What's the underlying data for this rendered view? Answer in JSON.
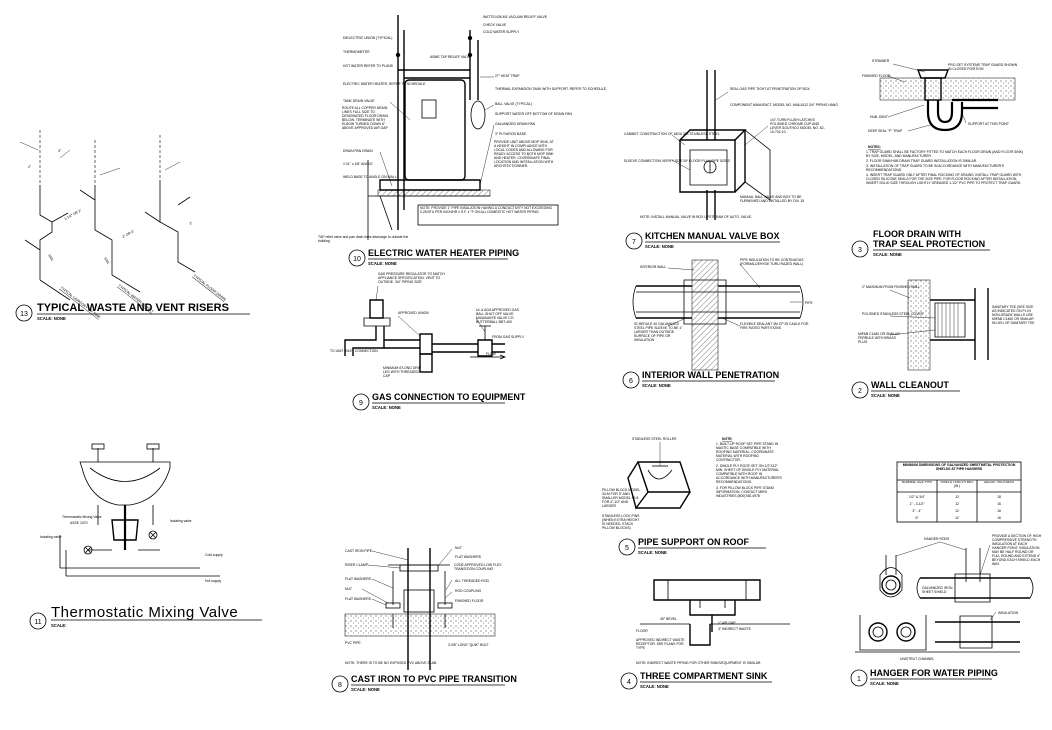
{
  "details": [
    {
      "id": "typical-waste-vent-risers",
      "number": "13",
      "title": "TYPICAL WASTE AND VENT RISERS",
      "scale": "SCALE: NONE",
      "labels": [
        "TYPICAL LAVATORY OR SINK",
        "TYPICAL WATER CLOSET",
        "TYPICAL FLOOR DRAIN",
        "3\"",
        "2\"",
        "1-1/2\" OR 2\"",
        "3\" OR 4\"",
        "3\"",
        "SAN."
      ]
    },
    {
      "id": "electric-water-heater-piping",
      "number": "10",
      "title": "ELECTRIC WATER HEATER PIPING",
      "scale": "SCALE: NONE",
      "labels_left": [
        "DIELECTRIC UNION (TYPICAL)",
        "THERMOMETER",
        "HOT WATER REFER TO PLANS",
        "ELECTRIC WATER HEATER, REFER TO SCHEDULE",
        "TANK DRAIN VALVE",
        "ROUTE ALL COPPER DRAIN LINES FULL SIZE TO DESIGNATED FLOOR DRAIN BELOW. TERMINATE WITH ELBOW TURNED DOWN 6\" ABOVE APPROVED AIR GAP",
        "DRAIN PAN DRAIN",
        "1\"x1\" x 1/8\" ANGLE",
        "WELD BASE TO ANGLE ON WALL"
      ],
      "labels_right": [
        "WATTS N36-M1 VACUUM RELIEF VALVE",
        "CHECK VALVE",
        "COLD WATER SUPPLY",
        "ASME T&P RELIEF VALVE",
        "27\" HEAT TRAP",
        "THERMAL EXPANSION TANK WITH SUPPORT. REFER TO SCHEDULE.",
        "BALL VALVE (TYPICAL)",
        "SUPPORT WATER OFF BOTTOM OF DRAIN PAN",
        "GALVANIZED DRAIN PAN",
        "3\" PLYWOOD BASE",
        "PROVIDE UNIT ABOVE MOP SINK, AT A HEIGHT IN COMPLIANCE WITH LOCAL CODES AND ALLOWING FOR READY ACCESS TO BOTH MOP SINK AND HEATER. COORDINATE FINAL LOCATION AND INSTALLATION WITH ARCHITECT/OWNER."
      ],
      "note": "NOTE: PROVIDE 1\" PIPE INSULATION HAVING A CONDUCTIVITY NOT EXCEEDING 0.28 BTU PER INCH/HR x S.F. x °F ON ALL DOMESTIC HOT WATER PIPING.",
      "bottom_note": "T&P relief valve and pan drain lines discharge to outside the building"
    },
    {
      "id": "kitchen-manual-valve-box",
      "number": "7",
      "title": "KITCHEN MANUAL VALVE BOX",
      "scale": "SCALE: NONE",
      "labels": [
        "CABINET CONSTRUCTION OF 18GA 304 STAINLESS STEEL",
        "SLEEVE CONNECTION VERIFY SIZE BY FLOOR PLAN PIPE SIZES",
        "SEAL GAS PIPE TIGHT AT PENETRATION OF BOX.",
        "COMPONENT MANUFACT. MODEL NO. M46-6112 3/4\" PIPING HANG",
        "1/4\"-TURN FLUSH LATCHES POLISHED CHROME CUP AND LEVER SOUTHCO MODEL NO. 62-10-702-10.",
        "MANUAL BALL VALVE AND BOX TO BE FURNISHED AND INSTALLED BY DIV. 15"
      ],
      "note": "NOTE: INSTALL MANUAL VALVE IN BOX UPSTREAM OF AUTO. VALVE."
    },
    {
      "id": "floor-drain-trap-seal",
      "number": "3",
      "title": "FLOOR DRAIN WITH",
      "title_line2": "TRAP SEAL PROTECTION",
      "scale": "SCALE: NONE",
      "labels": [
        "STRAINER",
        "FINISHED FLOOR",
        "PRO-SET SYSTEMS TRAP GUARD SHOWN IN CLOSED POSITION",
        "HUB JOINT",
        "DEEP SEAL \"P\" TRAP",
        "SUPPORT AT THIS POINT"
      ],
      "notes_heading": "NOTES:",
      "notes": [
        "1. TRAP GUARD SHALL BE FACTORY FITTED TO MATCH EACH FLOOR DRAIN (AND FLOOR SINK) BY SIZE, MODEL, AND MANUFACTURER.",
        "2. FLOOR SINK/HUB DRAIN TRAP GUARD INSTALLATION IS SIMILAR.",
        "3. INSTALLATION OF TRAP GUARD TO BE IN ACCORDANCE WITH MANUFACTURER'S RECOMMENDATIONS.",
        "4. INSERT TRAP GUARD ONLY AFTER FINAL ROCKING OF DRAINS. INSTALL TRAP GUARD WITH CLOSED SILICONE SEALS FOR THE SIZE PIPE. FOR FLOOR ROCKING AFTER INSTALLATION, INSERT SOLID SIZE THROUGH LIGHTLY GREASED 1-1/2\" PVC PIPE TO PROTECT TRAP GUARD."
      ]
    },
    {
      "id": "gas-connection-equipment",
      "number": "9",
      "title": "GAS CONNECTION TO EQUIPMENT",
      "scale": "SCALE: NONE",
      "labels": [
        "GAS PRESSURE REGULATOR TO MATCH APPLIANCE SPECIFICATION. VENT TO OUTSIDE. 3/4\" PIPING SIZE",
        "APPROVED UNION",
        "UL & AGA APPROVED GAS BALL SHUT OFF VALVE. MILWAUKEE VALVE CO. BUTTERBALL BBT-400",
        "FROM GAS SUPPLY",
        "FLOW",
        "TO UNIT INLET CONNECTION",
        "MINIMUM 6\"LONG DRIP LEG WITH THREADED CAP"
      ]
    },
    {
      "id": "interior-wall-penetration",
      "number": "6",
      "title": "INTERIOR WALL PENETRATION",
      "scale": "SCALE: NONE",
      "labels": [
        "INTERIOR WALL",
        "PIPE INSULATION TO BE CONTINUOUS (FORMALDEHYDE TURU RAZED WALL)",
        "PIPE",
        "SCHEDULE 40 GALVANIZED STEEL PIPE SLEEVE TO BE 1\" LARGER THAN OUTSIDE SURFACE OF PIPE OR INSULATION",
        "FLEXIBLE SEALANT 3M CP 25 CAULK FOR FIRE RATED PARTITIONS"
      ]
    },
    {
      "id": "wall-cleanout",
      "number": "2",
      "title": "WALL CLEANOUT",
      "scale": "SCALE: NONE",
      "labels": [
        "2\" MAXIMUM FROM FINISHED WALL",
        "POLISHED STAINLESS STEEL COVER",
        "MIFAB C1460 OR SIMILAR FERRULE WITH BRASS PLUG",
        "SANITARY TEE (SEE SIZE AS INDICATED ON PL IN NON-GRADE WALLS USE MIFAB C1460 OR SIMILAR IN LIEU OF SANITARY TEE"
      ]
    },
    {
      "id": "thermostatic-mixing-valve",
      "number": "11",
      "title": "Thermostatic Mixing Valve",
      "scale": "SCALE:",
      "labels": [
        "Thermostatic Mixing Valve",
        "ASSE 1070",
        "Isolating valve",
        "Isolating valve",
        "Cold supply",
        "Hot supply"
      ]
    },
    {
      "id": "cast-iron-pvc-transition",
      "number": "8",
      "title": "CAST IRON TO PVC PIPE TRANSITION",
      "scale": "SCALE: NONE",
      "labels_left": [
        "CAST IRON PIPE",
        "RISER CLAMP",
        "FLAT WASHERS",
        "NUT",
        "FLAT WASHERS",
        "PVC PIPE"
      ],
      "labels_right": [
        "NUT",
        "FLAT WASHERS",
        "CODE APPROVED LOW FLEX TRANSITION COUPLING",
        "ALL THREADED ROD",
        "ROD COUPLING",
        "FINISHED FLOOR",
        "3-3/8\" LONG \"QUIK\" BOLT"
      ],
      "note": "NOTE: THERE IS TO BE NO EXPOSED PVC ABOVE SLAB."
    },
    {
      "id": "pipe-support-roof",
      "number": "5",
      "title": "PIPE SUPPORT ON ROOF",
      "scale": "SCALE: NONE",
      "labels": [
        "STAINLESS STEEL ROLLER",
        "PILLOW BLOCK MODEL 34-M FOR 3\" AND SMALLER MODEL 49-8 FOR 4\"-1/2\" AND LARGER",
        "STAINLESS LOCK PINS (WHEN EXTRA HEIGHT IS NEEDED, STACK PILLOW BLOCKS)"
      ],
      "notes_heading": "NOTE:",
      "notes": [
        "1. BUILT-UP ROOF SET PIPE STAND IN MASTIC BASE COMPATIBLE WITH ROOFING MATERIAL. COORDINATE MATERIAL WITH ROOFING CONTRACTOR.",
        "2. SINGLE PLY ROOF-SET ON 1/2\"X12\" MIN. SHEET OF SINGLE PLY MATERIAL COMPATIBLE WITH ROOF IN ACCORDANCE WITH MANUFACTURER'S RECOMMENDATIONS.",
        "3. FOR PILLOW BLOCK PIPE STAND INFORMATION, CONTACT MIRO INDUSTRIES (800)768-4978"
      ]
    },
    {
      "id": "three-compartment-sink",
      "number": "4",
      "title": "THREE COMPARTMENT SINK",
      "scale": "SCALE: NONE",
      "labels": [
        "FLOOR",
        "45° BEVEL",
        "1\" AIR GAP",
        "3\" INDIRECT WASTE",
        "APPROVED INDIRECT WASTE RECEPTOR. SEE PLANS FOR TYPE"
      ],
      "note": "NOTE: INDIRECT WASTE PIPING FOR OTHER SINKS/EQUIPMENT IS SIMILAR."
    },
    {
      "id": "hanger-water-piping",
      "number": "1",
      "title": "HANGER FOR WATER PIPING",
      "scale": "SCALE: NONE",
      "labels": [
        "HANGER RODS",
        "GALVANIZED IRON SHEET SHIELD",
        "INSULATION",
        "UNISTRUT CHANNEL",
        "PROVIDE A SECTION OF HIGH COMPRESSIVE STRENGTH INSULATION AT EACH HANGER POINT. INSULATION MAY BE HALF ROUND OR FULL ROUND AND EXTEND 4\" BEYOND EACH SHIELD EACH WAY."
      ],
      "table_title": "MINIMUM DIMENSIONS OF GALVANIZED SHEETMETAL PROTECTION SHIELDS AT PIPE HANGERS",
      "table_headers": [
        "NOMINAL SIZE PIPE",
        "SHIELD LENGTH MIN. (IN.)",
        "GAUGE THICKNESS"
      ],
      "table_rows": [
        [
          "1/2\" & 3/4\"",
          "12",
          "18"
        ],
        [
          "1\" - 3-1/2\"",
          "12",
          "16"
        ],
        [
          "3\" - 4\"",
          "12",
          "16"
        ],
        [
          "6\"",
          "12",
          "16"
        ]
      ]
    }
  ]
}
